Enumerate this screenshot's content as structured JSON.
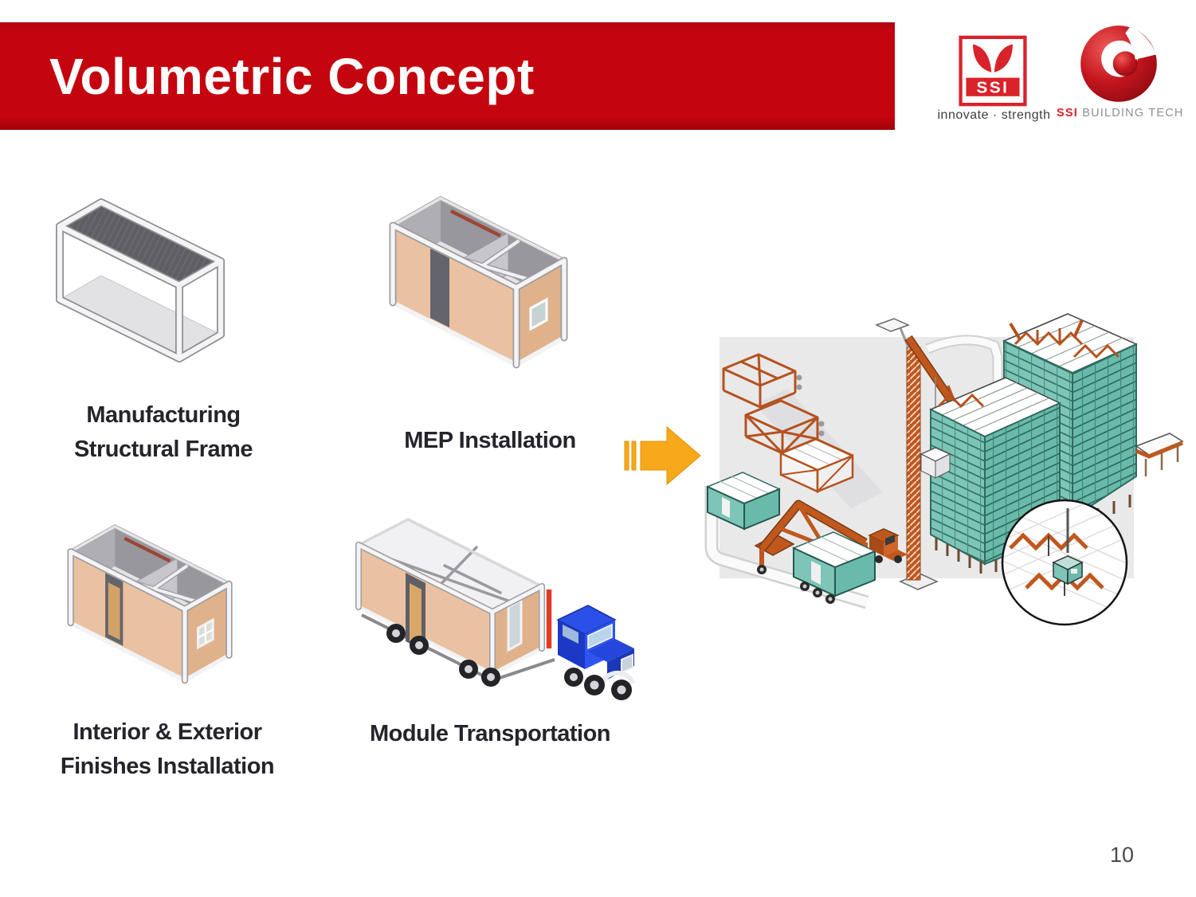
{
  "slide": {
    "title": "Volumetric Concept",
    "page_number": "10"
  },
  "branding": {
    "ssi_logo_text": "SSI",
    "tagline": "innovate · strength",
    "building_tech": {
      "prefix": "SSI",
      "label": "BUILDING TECH"
    }
  },
  "stages": [
    {
      "name": "manufacturing-structural-frame",
      "lines": [
        "Manufacturing",
        "Structural Frame"
      ]
    },
    {
      "name": "mep-installation",
      "lines": [
        "MEP Installation"
      ]
    },
    {
      "name": "interior-exterior-finishes-installation",
      "lines": [
        "Interior & Exterior",
        "Finishes Installation"
      ]
    },
    {
      "name": "module-transportation",
      "lines": [
        "Module Transportation"
      ]
    }
  ],
  "process_arrow": {
    "icon": "arrow-right-icon"
  },
  "assembly_illustration": {
    "icon_names": [
      "steel-frame-module",
      "truss-frame-module",
      "clad-module",
      "teal-module",
      "mobile-gantry-crane",
      "module-trailer-truck",
      "tower-crane",
      "modular-building",
      "connection-detail-callout"
    ]
  },
  "colors": {
    "banner_red": "#C4050F",
    "logo_red": "#D8232A",
    "arrow_orange": "#F7A81B",
    "module_wall_tan": "#EAC2A1",
    "frame_orange": "#C0581E",
    "module_teal": "#7CC5B7",
    "truck_blue": "#2A50E8",
    "label_text": "#24242C"
  }
}
